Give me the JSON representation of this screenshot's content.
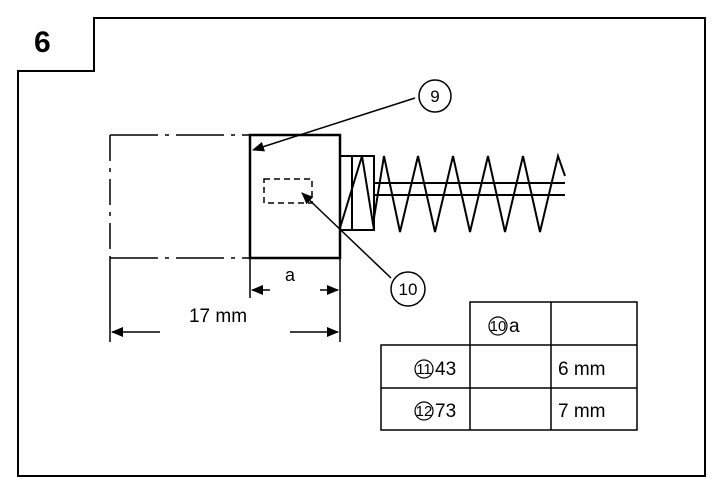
{
  "step_number": "6",
  "callouts": {
    "c9": "9",
    "c10": "10"
  },
  "dimensions": {
    "a_label": "a",
    "length_label": "17 mm"
  },
  "table": {
    "header": {
      "ref": "10",
      "text": "a"
    },
    "rows": [
      {
        "ref": "11",
        "model": "43",
        "value": "6 mm"
      },
      {
        "ref": "12",
        "model": "73",
        "value": "7 mm"
      }
    ]
  }
}
